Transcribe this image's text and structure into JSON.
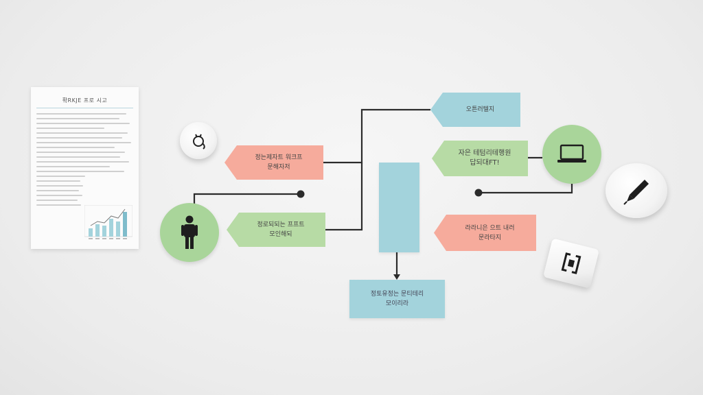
{
  "document": {
    "title": "확RKJE 프로 시고"
  },
  "nodes": {
    "tag_top_left": "정는제자트 워크프\n문해자저",
    "tag_mid_left": "정로되되는 프프트\n모인해되",
    "tag_top_right": "오튼러텔지",
    "tag_mid_right": "자은 테텀리테행원\n답되대FT!",
    "tag_low_right": "라라니은 으트 내러\n문라타지",
    "box_bottom": "정토유정는 문티테리\n모이리라",
    "box_center": ""
  },
  "colors": {
    "pink": "#f6ab9c",
    "green": "#b7dba5",
    "blue": "#a3d3dc",
    "line": "#2b2b2b"
  },
  "icons": {
    "person": "person-icon",
    "laptop": "laptop-icon",
    "pen": "pen-icon",
    "plug": "plug-icon",
    "bracket": "bracket-icon"
  }
}
